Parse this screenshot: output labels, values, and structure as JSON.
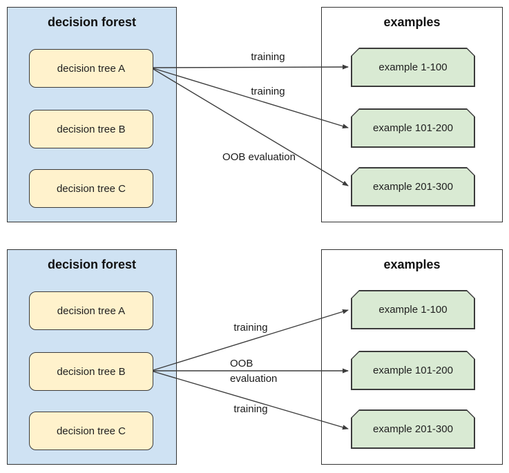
{
  "colors": {
    "forest_fill": "#cfe2f3",
    "tree_fill": "#fff2cc",
    "example_fill": "#d9ead3",
    "container_border": "#333333",
    "node_border": "#3b3b3b",
    "arrow": "#3c3c3c"
  },
  "diagrams": [
    {
      "forest": {
        "title": "decision forest",
        "trees": [
          {
            "label": "decision tree A"
          },
          {
            "label": "decision tree B"
          },
          {
            "label": "decision tree C"
          }
        ]
      },
      "examples": {
        "title": "examples",
        "items": [
          {
            "label": "example 1-100"
          },
          {
            "label": "example 101-200"
          },
          {
            "label": "example 201-300"
          }
        ]
      },
      "arrows": [
        {
          "label": "training",
          "from": "decision tree A",
          "to": "example 1-100"
        },
        {
          "label": "training",
          "from": "decision tree A",
          "to": "example 101-200"
        },
        {
          "label": "OOB evaluation",
          "from": "decision tree A",
          "to": "example 201-300"
        }
      ]
    },
    {
      "forest": {
        "title": "decision forest",
        "trees": [
          {
            "label": "decision tree A"
          },
          {
            "label": "decision tree B"
          },
          {
            "label": "decision tree C"
          }
        ]
      },
      "examples": {
        "title": "examples",
        "items": [
          {
            "label": "example 1-100"
          },
          {
            "label": "example 101-200"
          },
          {
            "label": "example 201-300"
          }
        ]
      },
      "arrows": [
        {
          "label": "training",
          "from": "decision tree B",
          "to": "example 1-100"
        },
        {
          "label": "OOB evaluation",
          "label_lines": [
            "OOB",
            "evaluation"
          ],
          "from": "decision tree B",
          "to": "example 101-200"
        },
        {
          "label": "training",
          "from": "decision tree B",
          "to": "example 201-300"
        }
      ]
    }
  ]
}
